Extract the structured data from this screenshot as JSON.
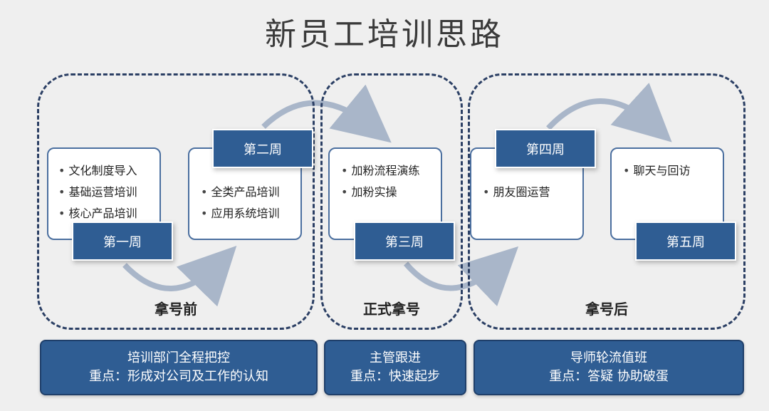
{
  "title": "新员工培训思路",
  "phases": [
    {
      "label": "拿号前"
    },
    {
      "label": "正式拿号"
    },
    {
      "label": "拿号后"
    }
  ],
  "weeks": [
    {
      "label": "第一周",
      "items": [
        "文化制度导入",
        "基础运营培训",
        "核心产品培训"
      ]
    },
    {
      "label": "第二周",
      "items": [
        "全类产品培训",
        "应用系统培训"
      ]
    },
    {
      "label": "第三周",
      "items": [
        "加粉流程演练",
        "加粉实操"
      ]
    },
    {
      "label": "第四周",
      "items": [
        "朋友圈运营"
      ]
    },
    {
      "label": "第五周",
      "items": [
        "聊天与回访"
      ]
    }
  ],
  "summaries": [
    {
      "line1": "培训部门全程把控",
      "line2": "重点：形成对公司及工作的认知"
    },
    {
      "line1": "主管跟进",
      "line2": "重点：快速起步"
    },
    {
      "line1": "导师轮流值班",
      "line2": "重点：答疑 协助破蛋"
    }
  ],
  "colors": {
    "accent": "#2f5d93",
    "dashed_border": "#2b3f64",
    "arrow": "#a9b6c9",
    "background": "#efefef"
  }
}
